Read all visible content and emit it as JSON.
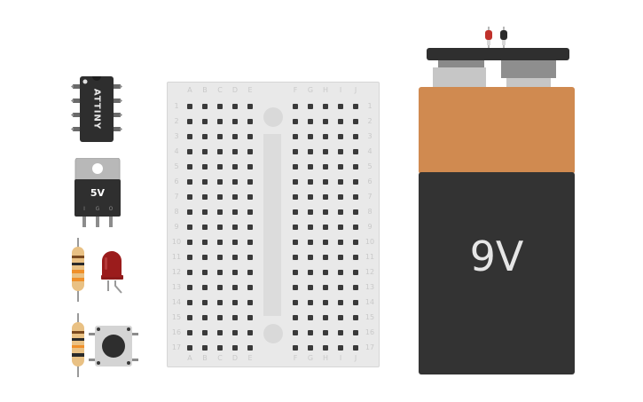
{
  "parts": {
    "microcontroller": {
      "label": "ATTINY"
    },
    "regulator": {
      "label": "5V",
      "pins": [
        "I",
        "G",
        "O"
      ]
    },
    "battery": {
      "label": "9V"
    }
  },
  "breadboard": {
    "left_columns": [
      "A",
      "B",
      "C",
      "D",
      "E"
    ],
    "right_columns": [
      "F",
      "G",
      "H",
      "I",
      "J"
    ],
    "rows": [
      "1",
      "2",
      "3",
      "4",
      "5",
      "6",
      "7",
      "8",
      "9",
      "10",
      "11",
      "12",
      "13",
      "14",
      "15",
      "16",
      "17"
    ]
  },
  "colors": {
    "battery_top": "#d08a50",
    "battery_body": "#333333",
    "battery_label": "#e6e6e6",
    "wire_positive": "#c0312b",
    "wire_negative": "#2a2a2a",
    "led": "#9b1c1c",
    "breadboard": "#e9e9e9"
  }
}
